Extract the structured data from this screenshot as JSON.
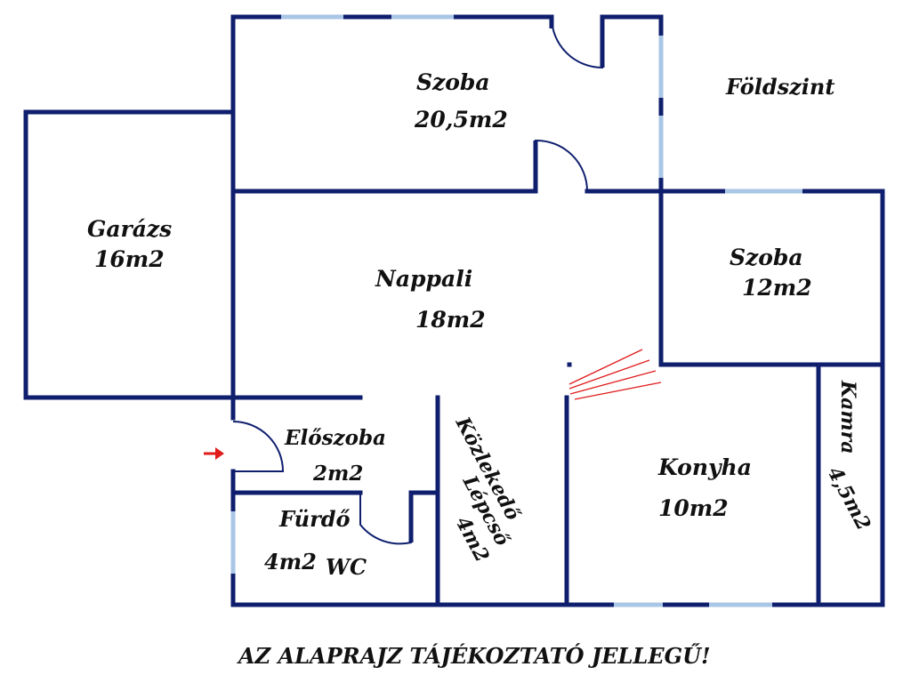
{
  "floor_label": "Földszint",
  "rooms": {
    "szoba_top": {
      "name": "Szoba",
      "area": "20,5m2"
    },
    "garazs": {
      "name": "Garázs",
      "area": "16m2"
    },
    "nappali": {
      "name": "Nappali",
      "area": "18m2"
    },
    "szoba_right": {
      "name": "Szoba",
      "area": "12m2"
    },
    "eloszoba": {
      "name": "Előszoba",
      "area": "2m2"
    },
    "furdo": {
      "name": "Fürdő",
      "area": "4m2",
      "extra": "WC"
    },
    "kozlekedo": {
      "name": "Közlekedő",
      "sub": "Lépcső",
      "area": "4m2"
    },
    "konyha": {
      "name": "Konyha",
      "area": "10m2"
    },
    "kamra": {
      "name": "Kamra",
      "area": "4,5m2"
    }
  },
  "disclaimer": "AZ ALAPRAJZ TÁJÉKOZTATÓ JELLEGŰ!",
  "colors": {
    "wall": "#0f1f6e",
    "window": "#a9c6e6",
    "entrance_arrow": "#e01b1b",
    "stair_lines": "#e01b1b",
    "text": "#111111"
  }
}
